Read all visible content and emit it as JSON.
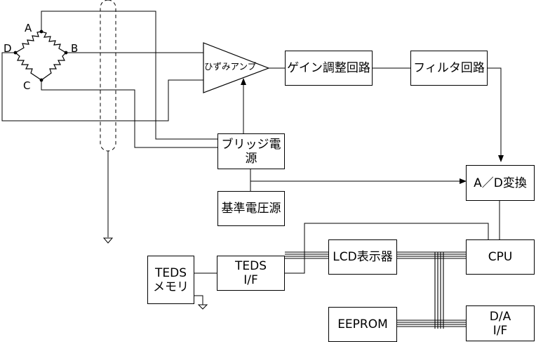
{
  "bridge": {
    "node_a": "A",
    "node_b": "B",
    "node_c": "C",
    "node_d": "D"
  },
  "blocks": {
    "strain_amp": "ひずみアンプ",
    "gain_adjust": "ゲイン調整回路",
    "filter": "フィルタ回路",
    "bridge_power": "ブリッジ電源",
    "reference_voltage": "基準電圧源",
    "adc": "A／D変換",
    "cpu": "CPU",
    "lcd": "LCD表示器",
    "eeprom": "EEPROM",
    "dac": "D/A\nI/F",
    "teds_if": "TEDS\nI/F",
    "teds_memory": "TEDS\nメモリ"
  }
}
